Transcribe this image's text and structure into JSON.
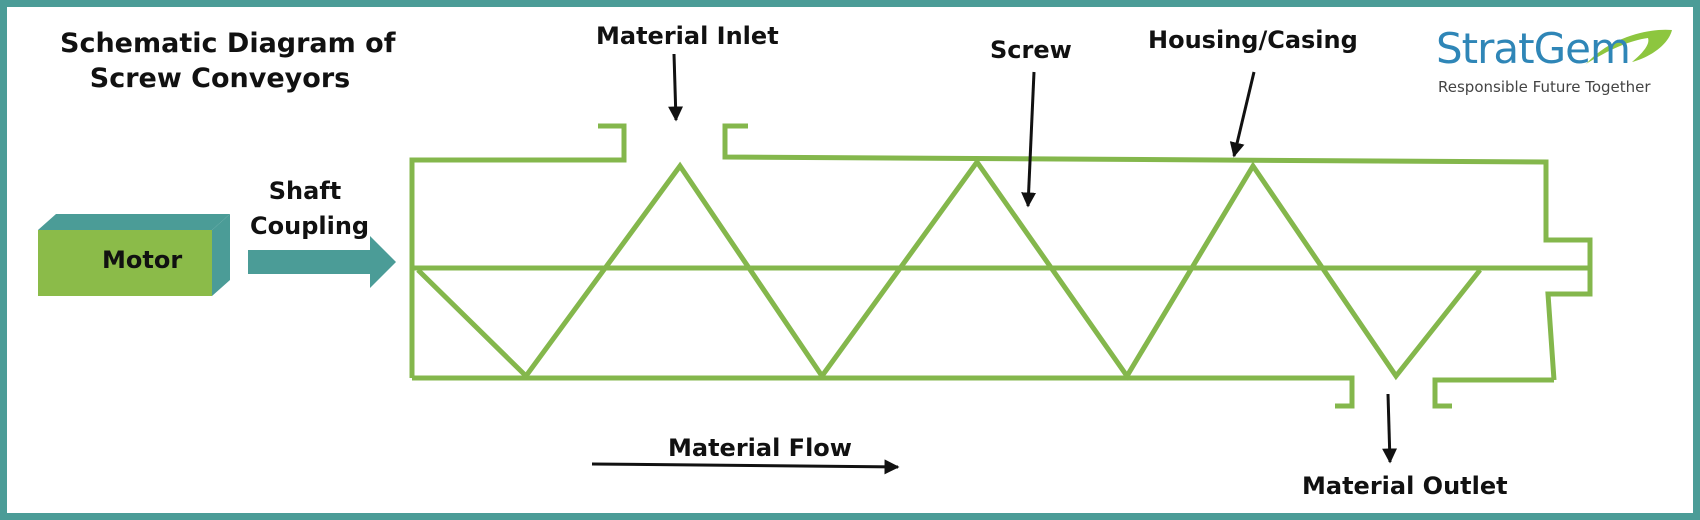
{
  "title": {
    "line1": "Schematic Diagram of",
    "line2": "Screw Conveyors"
  },
  "labels": {
    "material_inlet": "Material Inlet",
    "screw": "Screw",
    "housing": "Housing/Casing",
    "shaft_line1": "Shaft",
    "shaft_line2": "Coupling",
    "motor": "Motor",
    "material_flow": "Material Flow",
    "material_outlet": "Material Outlet"
  },
  "logo": {
    "word": "StratGem",
    "tagline": "Responsible Future Together"
  },
  "colors": {
    "border": "#4b9c97",
    "conveyor_green": "#84b74c",
    "motor_green": "#8bbb49",
    "teal": "#4b9c97",
    "logo_blue": "#2f86b7",
    "logo_green": "#8dc63f",
    "arrow": "#111111"
  }
}
